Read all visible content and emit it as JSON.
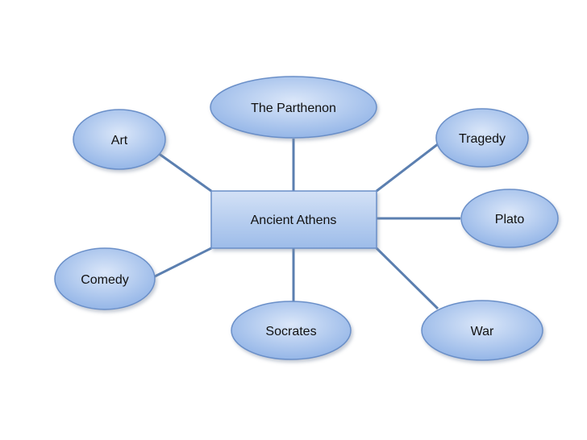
{
  "diagram": {
    "center": {
      "label": "Ancient Athens"
    },
    "nodes": [
      {
        "id": "parthenon",
        "label": "The Parthenon"
      },
      {
        "id": "art",
        "label": "Art"
      },
      {
        "id": "tragedy",
        "label": "Tragedy"
      },
      {
        "id": "plato",
        "label": "Plato"
      },
      {
        "id": "comedy",
        "label": "Comedy"
      },
      {
        "id": "socrates",
        "label": "Socrates"
      },
      {
        "id": "war",
        "label": "War"
      }
    ]
  },
  "colors": {
    "fill_light": "#d6e3f7",
    "fill_dark": "#8eb1e5",
    "border": "#6a8fc8",
    "connector": "#5b7fb0"
  }
}
